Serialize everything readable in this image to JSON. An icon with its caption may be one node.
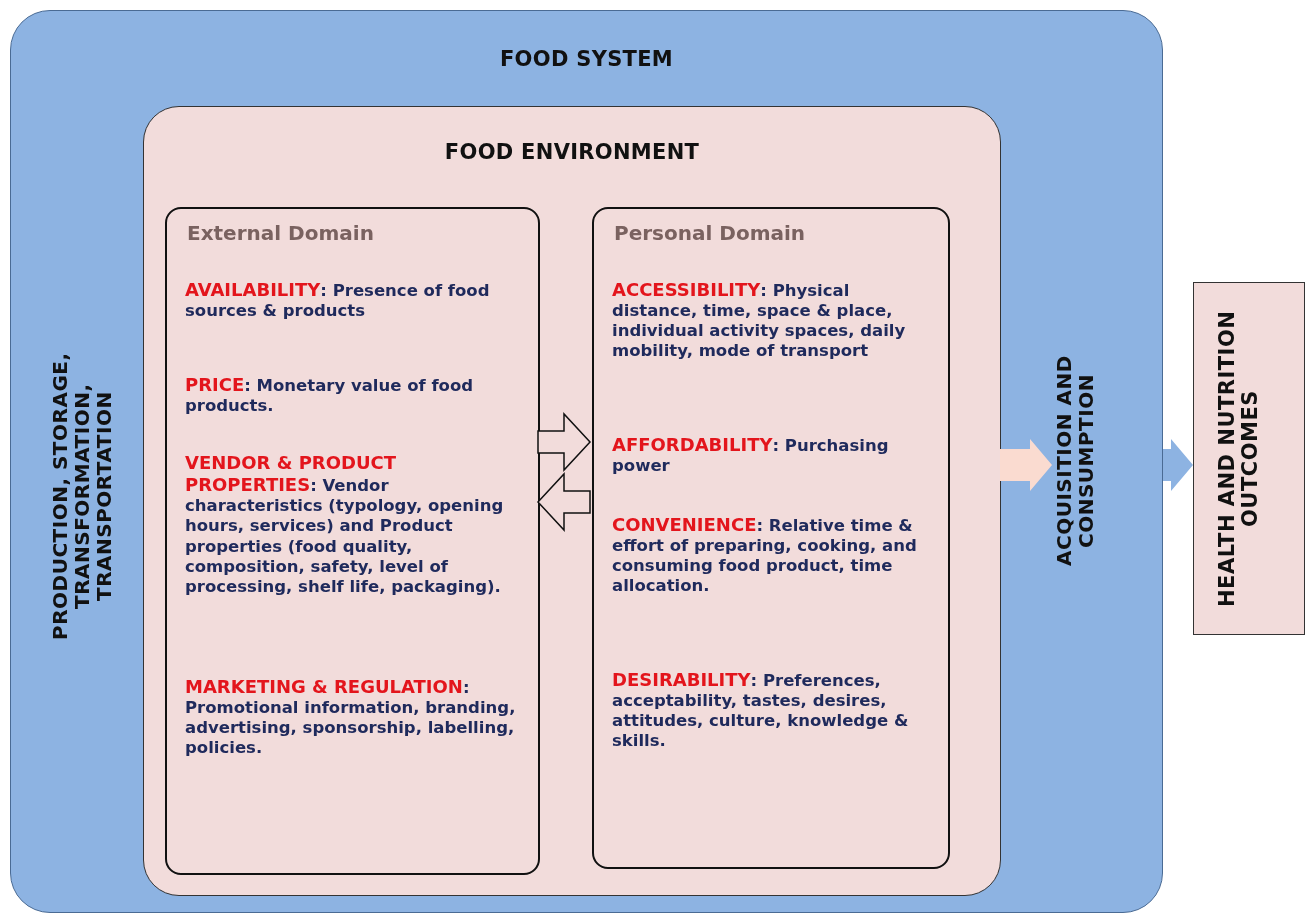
{
  "diagram": {
    "nodes": [
      {
        "text": [
          "FOOD SYSTEM",
          "PRODUCTION, STORAGE, TRANSFORMATION, TRANSPORTATION"
        ]
      },
      {
        "text": [
          "FOOD ENVIRONMENT"
        ],
        "in": 0
      },
      {
        "text": [
          "External Domain",
          "**AVAILABILITY**: Presence of food sources & products",
          "**PRICE**: Monetary value of food products.",
          "**VENDOR & PRODUCT PROPERTIES**: Vendor characteristics (typology, opening hours, services) and Product properties (food quality, composition, safety, level of processing, shelf life, packaging).",
          "**MARKETING & REGULATION**: Promotional information, branding, advertising, sponsorship, labelling, policies."
        ],
        "in": 1
      },
      {
        "text": [
          "Personal Domain",
          "**ACCESSIBILITY**: Physical distance, time, space & place, individual activity spaces, daily mobility, mode of transport",
          "**AFFORDABILITY**: Purchasing power",
          "**CONVENIENCE**: Relative time & effort of preparing, cooking, and consuming food product, time allocation.",
          "**DESIRABILITY**: Preferences, acceptability, tastes, desires, attitudes, culture, knowledge & skills."
        ],
        "in": 1
      },
      {
        "text": [
          "ACQUISITION AND CONSUMPTION"
        ],
        "in": 0
      },
      {
        "text": [
          "HEALTH AND NUTRITION OUTCOMES"
        ]
      }
    ],
    "edges": [
      {
        "from": 2,
        "to": 3,
        "arrow": "to"
      },
      {
        "from": 3,
        "to": 2,
        "arrow": "to"
      },
      {
        "from": 1,
        "to": 4,
        "arrow": "to",
        "color": "#fadbd0"
      },
      {
        "from": 0,
        "to": 5,
        "arrow": "to",
        "color": "#8db3e2"
      }
    ]
  }
}
